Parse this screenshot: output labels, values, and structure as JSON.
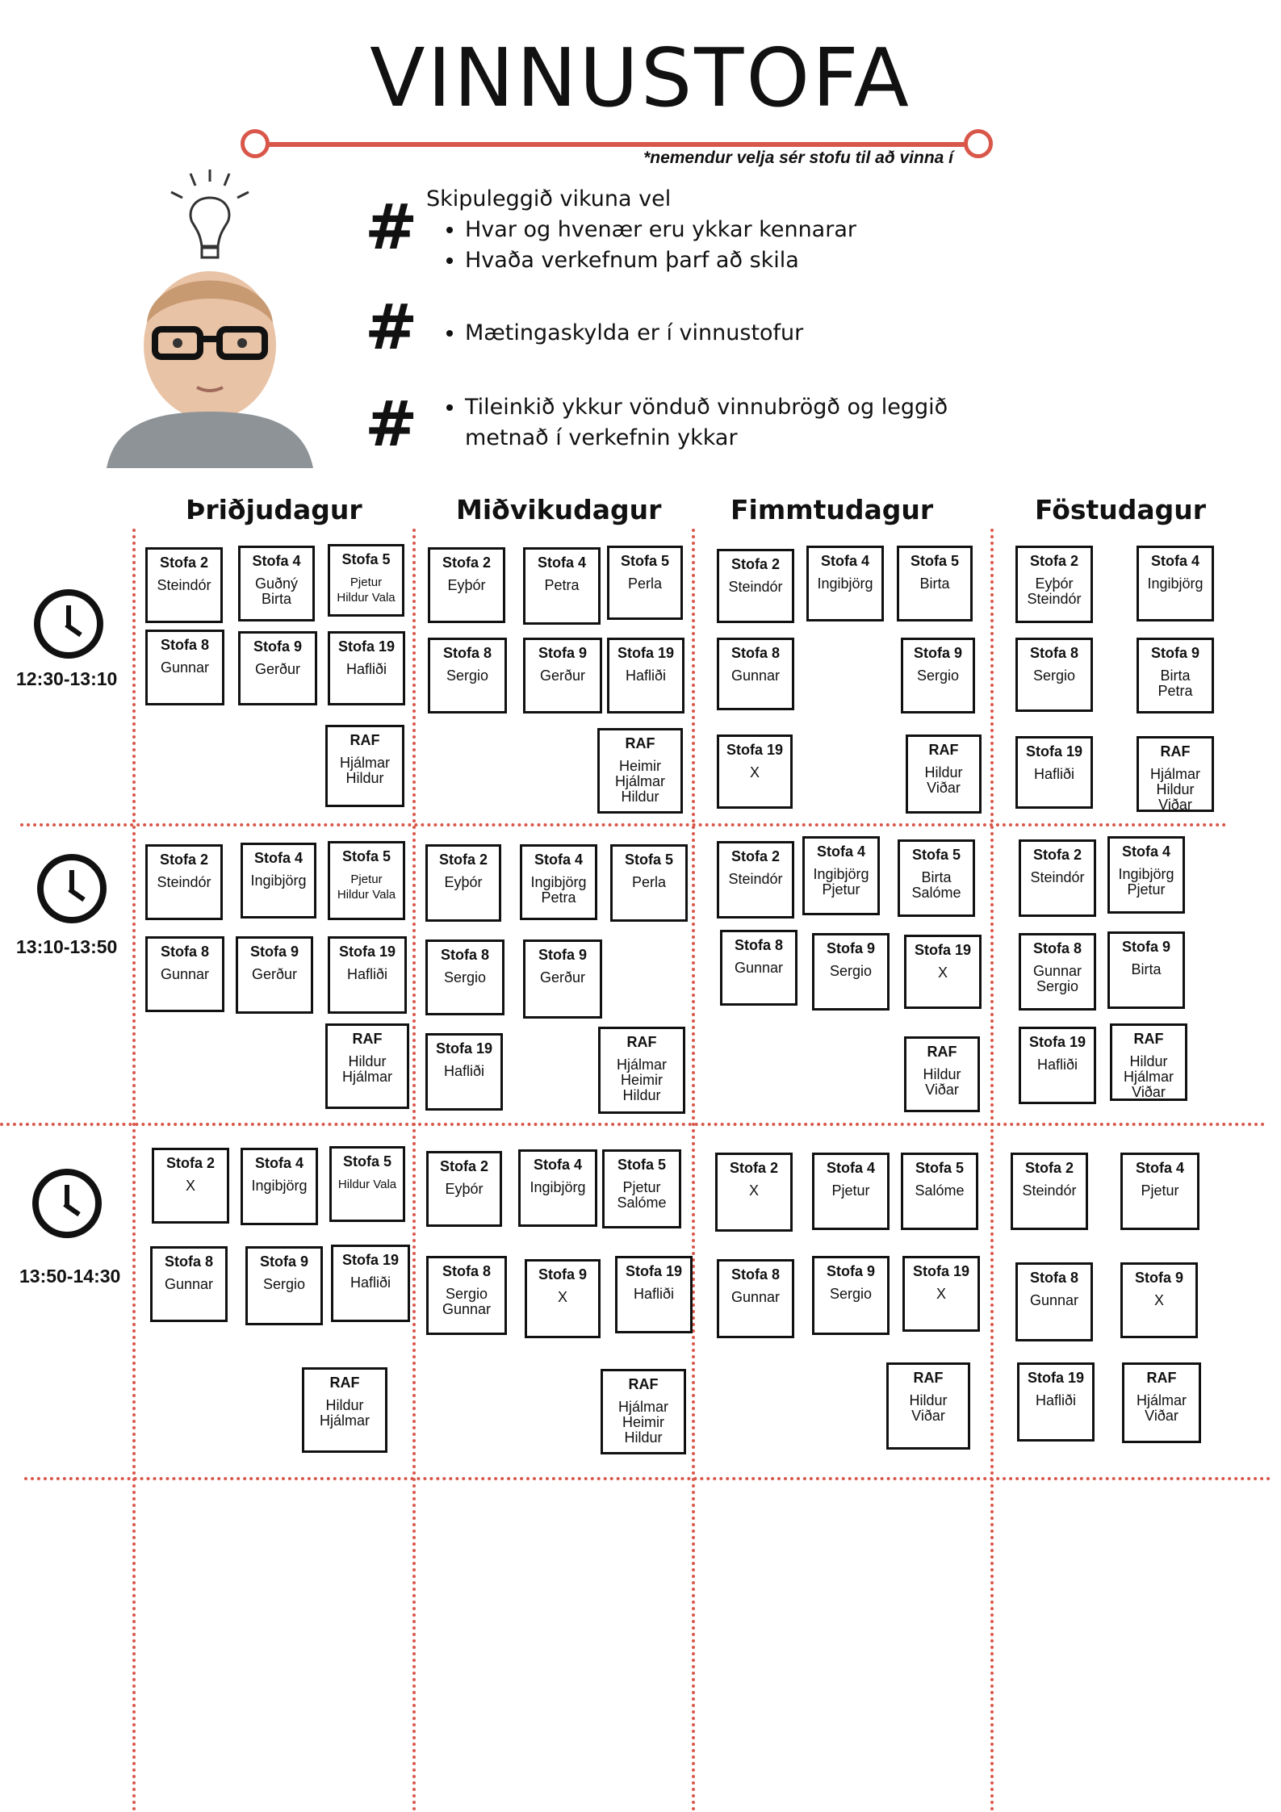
{
  "title": "VINNUSTOFA",
  "note": "*nemendur velja sér stofu til að vinna í",
  "intro": {
    "heading": "Skipuleggið vikuna vel",
    "bullets1": [
      "Hvar og hvenær eru ykkar kennarar",
      "Hvaða verkefnum þarf að skila"
    ],
    "bullet2": "Mætingaskylda er í vinnustofur",
    "bullet3": "Tileinkið ykkur vönduð vinnubrögð og leggið metnað í verkefnin ykkar"
  },
  "hash_symbol": "#",
  "days": [
    "Þriðjudagur",
    "Miðvikudagur",
    "Fimmtudagur",
    "Föstudagur"
  ],
  "times": [
    "12:30-13:10",
    "13:10-13:50",
    "13:50-14:30"
  ],
  "accent_color": "#d9574a",
  "schedule": [
    [
      "Stofa 2",
      "Steindór"
    ],
    [
      "Stofa 4",
      "Guðný\nBirta"
    ],
    [
      "Stofa 5",
      "Pjetur\nHildur Vala"
    ],
    [
      "Stofa 8",
      "Gunnar"
    ],
    [
      "Stofa 9",
      "Gerður"
    ],
    [
      "Stofa 19",
      "Hafliði"
    ],
    [
      "RAF",
      "Hjálmar\nHildur"
    ],
    [
      "Stofa 2",
      "Eyþór"
    ],
    [
      "Stofa 4",
      "Petra"
    ],
    [
      "Stofa 5",
      "Perla"
    ],
    [
      "Stofa 8",
      "Sergio"
    ],
    [
      "Stofa 9",
      "Gerður"
    ],
    [
      "Stofa 19",
      "Hafliði"
    ],
    [
      "RAF",
      "Heimir\nHjálmar\nHildur"
    ],
    [
      "Stofa 2",
      "Steindór"
    ],
    [
      "Stofa 4",
      "Ingibjörg"
    ],
    [
      "Stofa 5",
      "Birta"
    ],
    [
      "Stofa 8",
      "Gunnar"
    ],
    [
      "Stofa 9",
      "Sergio"
    ],
    [
      "Stofa 19",
      "X"
    ],
    [
      "RAF",
      "Hildur\nViðar"
    ],
    [
      "Stofa 2",
      "Eyþór\nSteindór"
    ],
    [
      "Stofa 4",
      "Ingibjörg"
    ],
    [
      "Stofa 8",
      "Sergio"
    ],
    [
      "Stofa 9",
      "Birta\nPetra"
    ],
    [
      "Stofa 19",
      "Hafliði"
    ],
    [
      "RAF",
      "Hjálmar\nHildur\nViðar"
    ],
    [
      "Stofa 2",
      "Steindór"
    ],
    [
      "Stofa 4",
      "Ingibjörg"
    ],
    [
      "Stofa 5",
      "Pjetur\nHildur Vala"
    ],
    [
      "Stofa 8",
      "Gunnar"
    ],
    [
      "Stofa 9",
      "Gerður"
    ],
    [
      "Stofa 19",
      "Hafliði"
    ],
    [
      "RAF",
      "Hildur\nHjálmar"
    ],
    [
      "Stofa 2",
      "Eyþór"
    ],
    [
      "Stofa 4",
      "Ingibjörg\nPetra"
    ],
    [
      "Stofa 5",
      "Perla"
    ],
    [
      "Stofa  8",
      "Sergio"
    ],
    [
      "Stofa 9",
      "Gerður"
    ],
    [
      "Stofa 19",
      "Hafliði"
    ],
    [
      "RAF",
      "Hjálmar\nHeimir\nHildur"
    ],
    [
      "Stofa 2",
      "Steindór"
    ],
    [
      "Stofa 4",
      "Ingibjörg\nPjetur"
    ],
    [
      "Stofa 5",
      "Birta\nSalóme"
    ],
    [
      "Stofa 8",
      "Gunnar"
    ],
    [
      "Stofa 9",
      "Sergio"
    ],
    [
      "Stofa 19",
      "X"
    ],
    [
      "RAF",
      "Hildur\nViðar"
    ],
    [
      "Stofa 2",
      "Steindór"
    ],
    [
      "Stofa 4",
      "Ingibjörg\nPjetur"
    ],
    [
      "Stofa 8",
      "Gunnar\nSergio"
    ],
    [
      "Stofa 9",
      "Birta"
    ],
    [
      "Stofa 19",
      "Hafliði"
    ],
    [
      "RAF",
      "Hildur\nHjálmar\nViðar"
    ],
    [
      "Stofa 2",
      "X"
    ],
    [
      "Stofa 4",
      "Ingibjörg"
    ],
    [
      "Stofa 5",
      "Hildur Vala"
    ],
    [
      "Stofa 8",
      "Gunnar"
    ],
    [
      "Stofa 9",
      "Sergio"
    ],
    [
      "Stofa 19",
      "Hafliði"
    ],
    [
      "RAF",
      "Hildur\nHjálmar"
    ],
    [
      "Stofa 2",
      "Eyþór"
    ],
    [
      "Stofa 4",
      "Ingibjörg"
    ],
    [
      "Stofa 5",
      "Pjetur\nSalóme"
    ],
    [
      "Stofa  8",
      "Sergio\nGunnar"
    ],
    [
      "Stofa 9",
      "X"
    ],
    [
      "Stofa 19",
      "Hafliði"
    ],
    [
      "RAF",
      "Hjálmar\nHeimir\nHildur"
    ],
    [
      "Stofa 2",
      "X"
    ],
    [
      "Stofa 4",
      "Pjetur"
    ],
    [
      "Stofa 5",
      "Salóme"
    ],
    [
      "Stofa 8",
      "Gunnar"
    ],
    [
      "Stofa 9",
      "Sergio"
    ],
    [
      "Stofa 19",
      "X"
    ],
    [
      "RAF",
      "Hildur\nViðar"
    ],
    [
      "Stofa 2",
      "Steindór"
    ],
    [
      "Stofa 4",
      "Pjetur"
    ],
    [
      "Stofa 8",
      "Gunnar"
    ],
    [
      "Stofa 9",
      "X"
    ],
    [
      "Stofa 19",
      "Hafliði"
    ],
    [
      "RAF",
      "Hjálmar\nViðar"
    ]
  ]
}
